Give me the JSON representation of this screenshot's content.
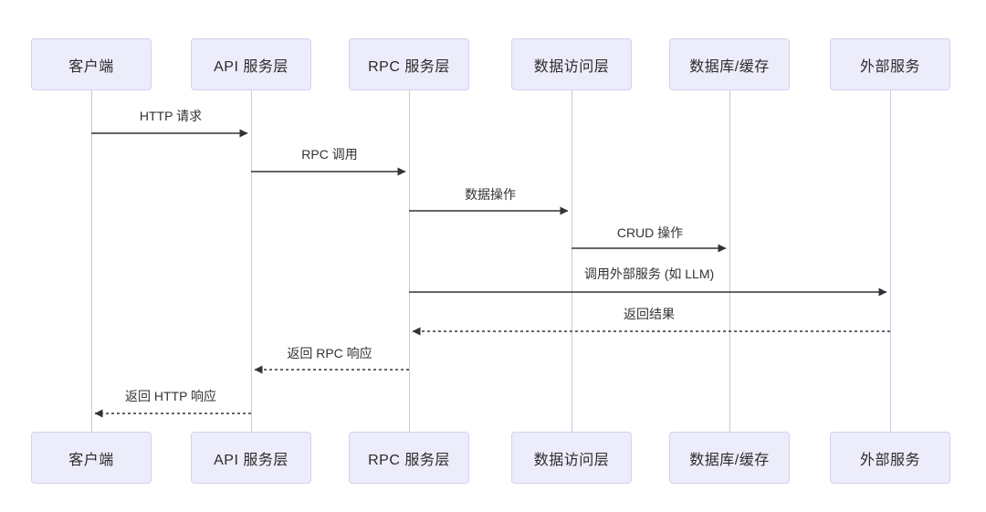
{
  "diagram": {
    "type": "sequence-diagram",
    "actors": [
      {
        "id": "client",
        "label": "客户端"
      },
      {
        "id": "api-layer",
        "label": "API 服务层"
      },
      {
        "id": "rpc-layer",
        "label": "RPC 服务层"
      },
      {
        "id": "data-access-layer",
        "label": "数据访问层"
      },
      {
        "id": "database-cache",
        "label": "数据库/缓存"
      },
      {
        "id": "external-service",
        "label": "外部服务"
      }
    ],
    "messages": [
      {
        "from": "客户端",
        "to": "API 服务层",
        "label": "HTTP 请求",
        "line": "solid",
        "direction": "right"
      },
      {
        "from": "API 服务层",
        "to": "RPC 服务层",
        "label": "RPC 调用",
        "line": "solid",
        "direction": "right"
      },
      {
        "from": "RPC 服务层",
        "to": "数据访问层",
        "label": "数据操作",
        "line": "solid",
        "direction": "right"
      },
      {
        "from": "数据访问层",
        "to": "数据库/缓存",
        "label": "CRUD 操作",
        "line": "solid",
        "direction": "right"
      },
      {
        "from": "RPC 服务层",
        "to": "外部服务",
        "label": "调用外部服务 (如 LLM)",
        "line": "solid",
        "direction": "right"
      },
      {
        "from": "外部服务",
        "to": "RPC 服务层",
        "label": "返回结果",
        "line": "dashed",
        "direction": "left"
      },
      {
        "from": "RPC 服务层",
        "to": "API 服务层",
        "label": "返回 RPC 响应",
        "line": "dashed",
        "direction": "left"
      },
      {
        "from": "API 服务层",
        "to": "客户端",
        "label": "返回 HTTP 响应",
        "line": "dashed",
        "direction": "left"
      }
    ],
    "colors": {
      "actor_fill": "#ececfb",
      "actor_border": "#d2d2ee",
      "lifeline": "#c9c9dd",
      "arrow": "#333333",
      "text": "#333333",
      "background": "#ffffff"
    }
  }
}
